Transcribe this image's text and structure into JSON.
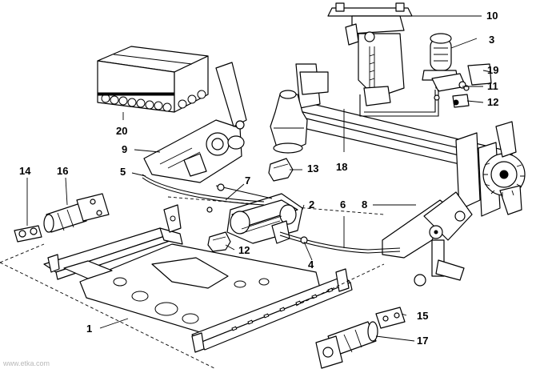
{
  "callouts": {
    "c1": "1",
    "c2": "2",
    "c3": "3",
    "c4": "4",
    "c5": "5",
    "c6": "6",
    "c7": "7",
    "c8": "8",
    "c9": "9",
    "c10": "10",
    "c11": "11",
    "c12a": "12",
    "c12b": "12",
    "c13": "13",
    "c14": "14",
    "c15": "15",
    "c16": "16",
    "c17": "17",
    "c18": "18",
    "c19": "19",
    "c20": "20"
  },
  "watermark": "www.etka.com"
}
